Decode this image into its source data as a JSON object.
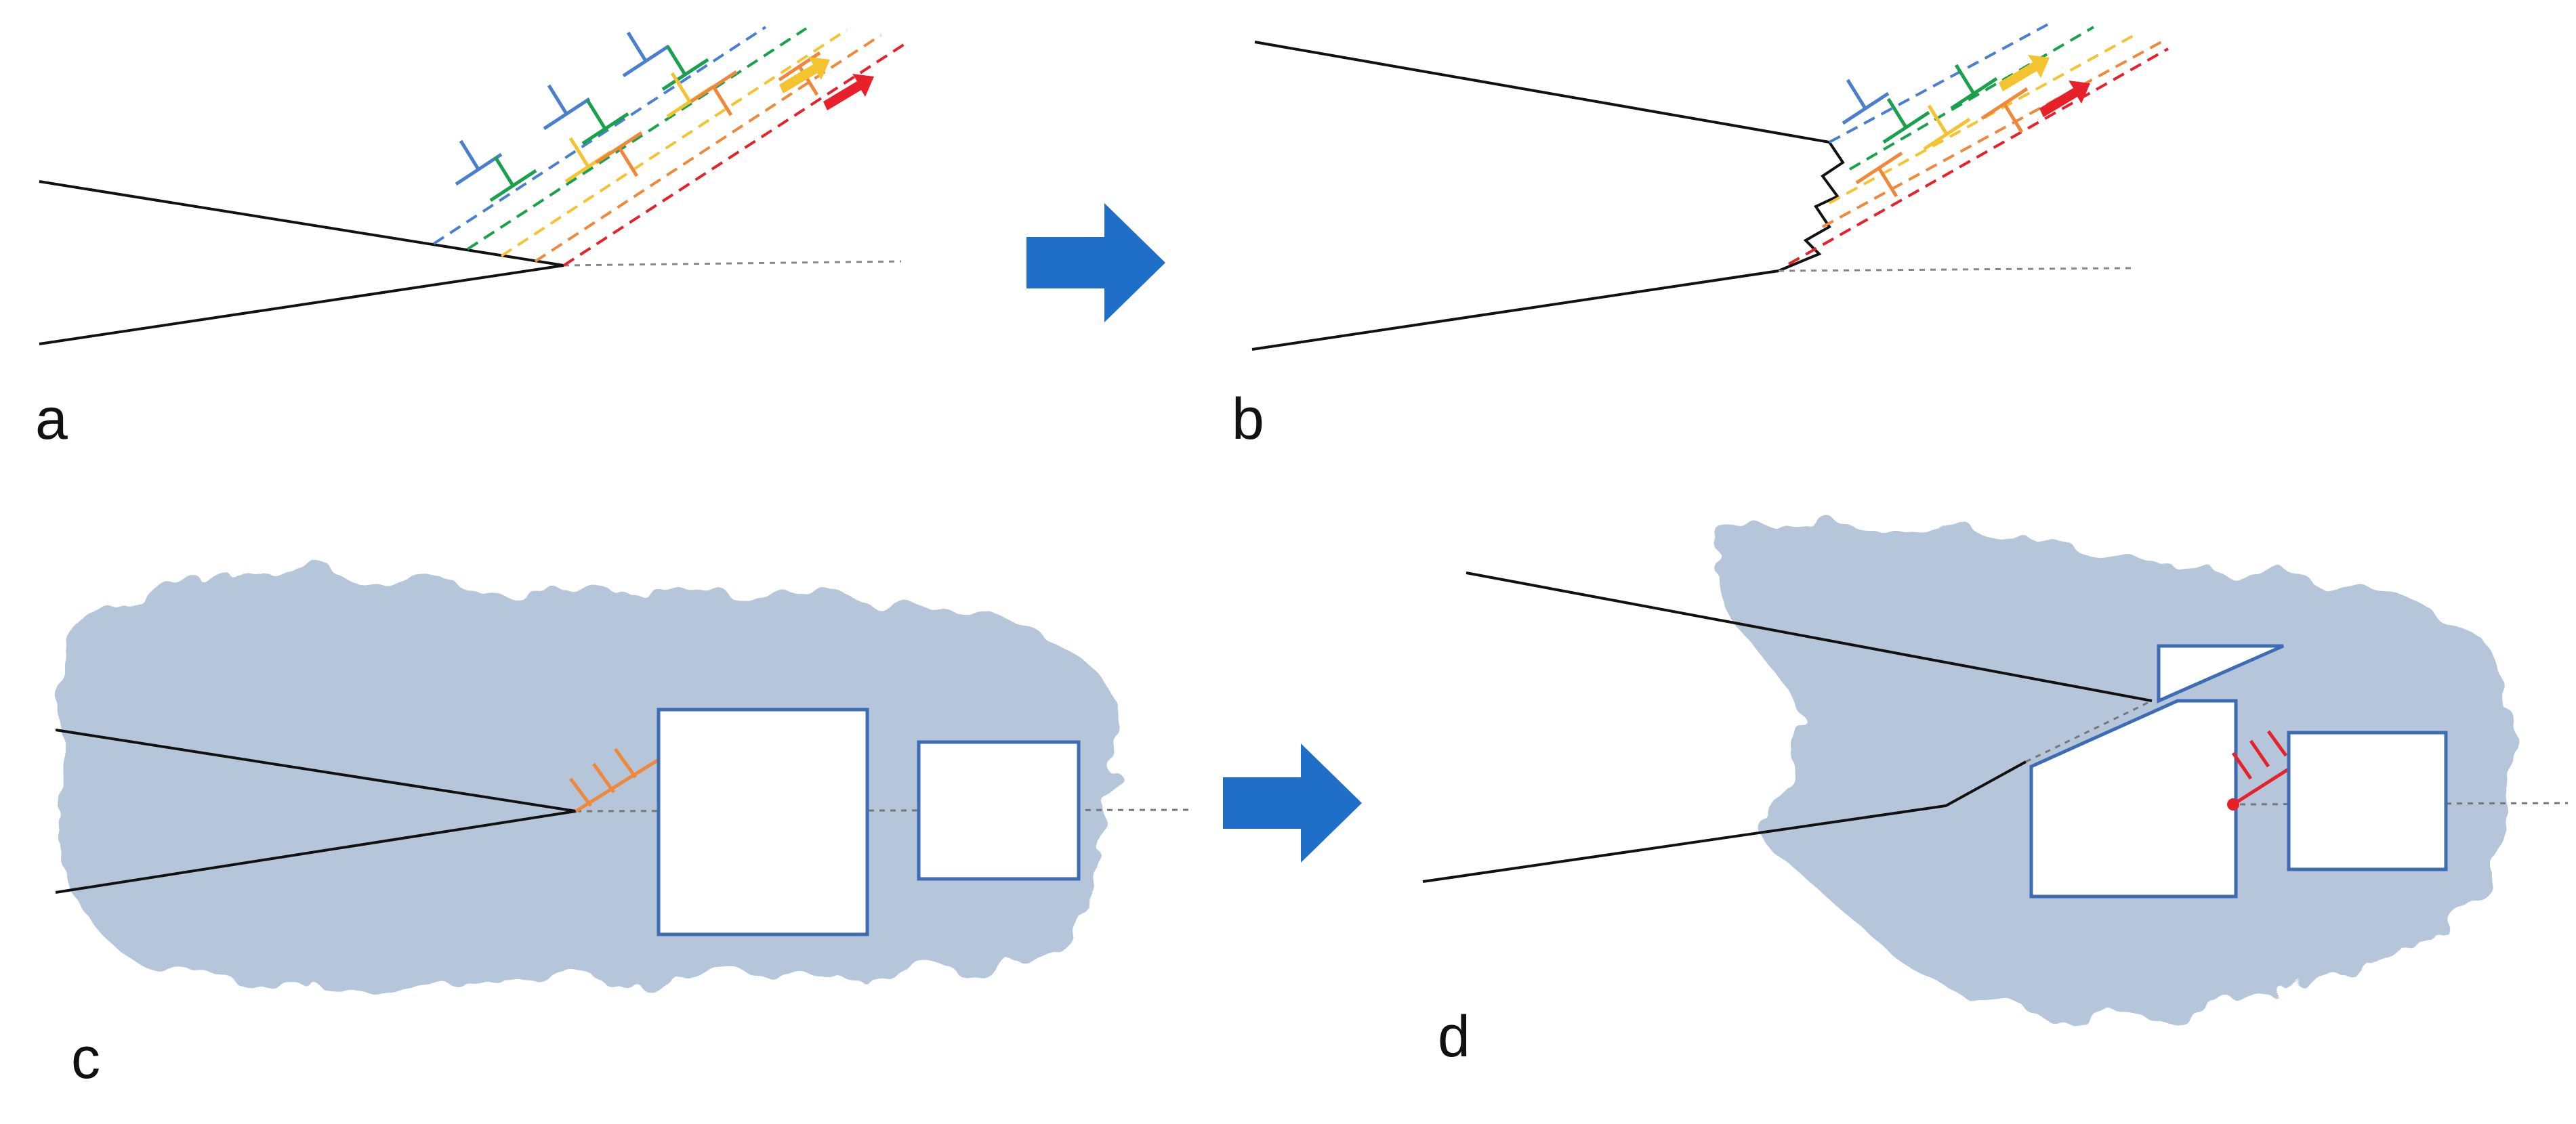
{
  "panels": [
    {
      "label": "a"
    },
    {
      "label": "b"
    },
    {
      "label": "c"
    },
    {
      "label": "d"
    }
  ],
  "colors": {
    "line": "#111111",
    "arrow": "#1f6fc9",
    "blue": "#4a7fd0",
    "green": "#19a14b",
    "yellow": "#f4c430",
    "orange": "#f0883a",
    "red": "#e8202a",
    "box_border": "#3d6cb5",
    "shading": "#9fb3cf"
  }
}
